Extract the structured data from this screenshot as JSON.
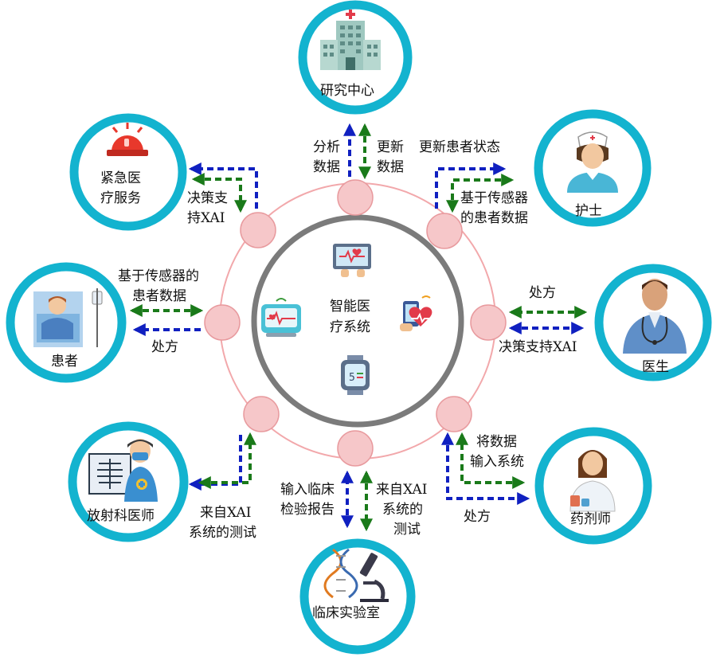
{
  "center": {
    "line1": "智能医",
    "line2": "疗系统"
  },
  "nodes": {
    "research": "研究中心",
    "emergency": "紧急医疗服务",
    "emergency_l1": "紧急医",
    "emergency_l2": "疗服务",
    "nurse": "护士",
    "patient": "患者",
    "doctor": "医生",
    "radiologist": "放射科医师",
    "pharmacist": "药剂师",
    "lab": "临床实验室"
  },
  "labels": {
    "analysis_l1": "分析",
    "analysis_l2": "数据",
    "update_l1": "更新",
    "update_l2": "数据",
    "update_patient_status": "更新患者状态",
    "sensor_nurse_l1": "基于传感器",
    "sensor_nurse_l2": "的患者数据",
    "decision_em_l1": "决策支",
    "decision_em_l2": "持XAI",
    "sensor_patient_l1": "基于传感器的",
    "sensor_patient_l2": "患者数据",
    "prescription_patient": "处方",
    "prescription_doctor": "处方",
    "decision_doctor": "决策支持XAI",
    "test_rad_l1": "来自XAI",
    "test_rad_l2": "系统的测试",
    "input_lab_l1": "输入临床",
    "input_lab_l2": "检验报告",
    "test_lab_l1": "来自XAI",
    "test_lab_l2": "系统的",
    "test_lab_l3": "测试",
    "input_pharm_l1": "将数据",
    "input_pharm_l2": "输入系统",
    "prescription_pharm": "处方"
  },
  "colors": {
    "ring_teal": "#13b3cf",
    "hub_ring": "#f2a8ab",
    "hub_node": "#f6c7c9",
    "center_ring": "#7b7b7b",
    "arrow_blue": "#1020c0",
    "arrow_green": "#1a7a1a"
  }
}
